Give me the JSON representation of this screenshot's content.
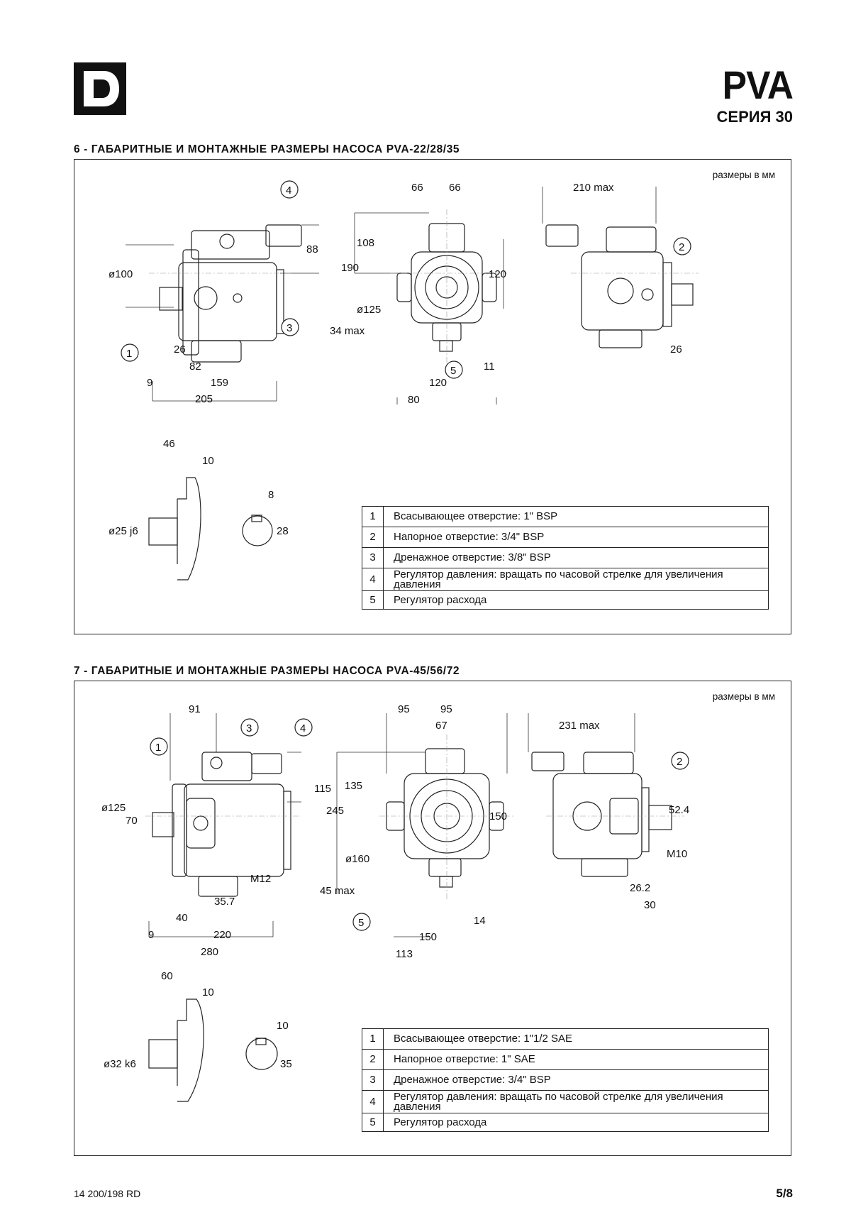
{
  "header": {
    "model": "PVA",
    "series": "СЕРИЯ 30"
  },
  "sections": [
    {
      "title": "6 - ГАБАРИТНЫЕ И МОНТАЖНЫЕ РАЗМЕРЫ НАСОСА PVA-22/28/35",
      "units": "размеры в мм",
      "dims": {
        "side": [
          "ø100",
          "88",
          "26",
          "82",
          "9",
          "159",
          "205"
        ],
        "front": [
          "66",
          "66",
          "108",
          "190",
          "120",
          "ø125",
          "34 max",
          "11",
          "120",
          "80"
        ],
        "rear": [
          "210 max",
          "26"
        ],
        "shaft": [
          "46",
          "10",
          "ø25 j6",
          "8",
          "28"
        ]
      },
      "callouts": [
        "1",
        "2",
        "3",
        "4",
        "5"
      ],
      "legend": [
        {
          "num": "1",
          "text": "Всасывающее отверстие: 1\" BSP"
        },
        {
          "num": "2",
          "text": "Напорное отверстие: 3/4\" BSP"
        },
        {
          "num": "3",
          "text": "Дренажное отверстие: 3/8\" BSP"
        },
        {
          "num": "4",
          "text": "Регулятор давления: вращать по часовой стрелке для увеличения давления"
        },
        {
          "num": "5",
          "text": "Регулятор расхода"
        }
      ]
    },
    {
      "title": "7 - ГАБАРИТНЫЕ И МОНТАЖНЫЕ РАЗМЕРЫ НАСОСА PVA-45/56/72",
      "units": "размеры в мм",
      "dims": {
        "side": [
          "91",
          "115",
          "ø125",
          "70",
          "M12",
          "35.7",
          "40",
          "9",
          "220",
          "280"
        ],
        "front": [
          "95",
          "95",
          "67",
          "135",
          "245",
          "150",
          "ø160",
          "45 max",
          "14",
          "150",
          "113"
        ],
        "rear": [
          "231 max",
          "52.4",
          "M10",
          "26.2",
          "30"
        ],
        "shaft": [
          "60",
          "10",
          "10",
          "ø32 k6",
          "35"
        ]
      },
      "callouts": [
        "1",
        "2",
        "3",
        "4",
        "5"
      ],
      "legend": [
        {
          "num": "1",
          "text": "Всасывающее отверстие: 1\"1/2 SAE"
        },
        {
          "num": "2",
          "text": "Напорное отверстие: 1\" SAE"
        },
        {
          "num": "3",
          "text": "Дренажное отверстие: 3/4\" BSP"
        },
        {
          "num": "4",
          "text": "Регулятор давления: вращать по часовой стрелке для увеличения давления"
        },
        {
          "num": "5",
          "text": "Регулятор расхода"
        }
      ]
    }
  ],
  "footer": {
    "doc_code": "14 200/198 RD",
    "page": "5/8"
  }
}
